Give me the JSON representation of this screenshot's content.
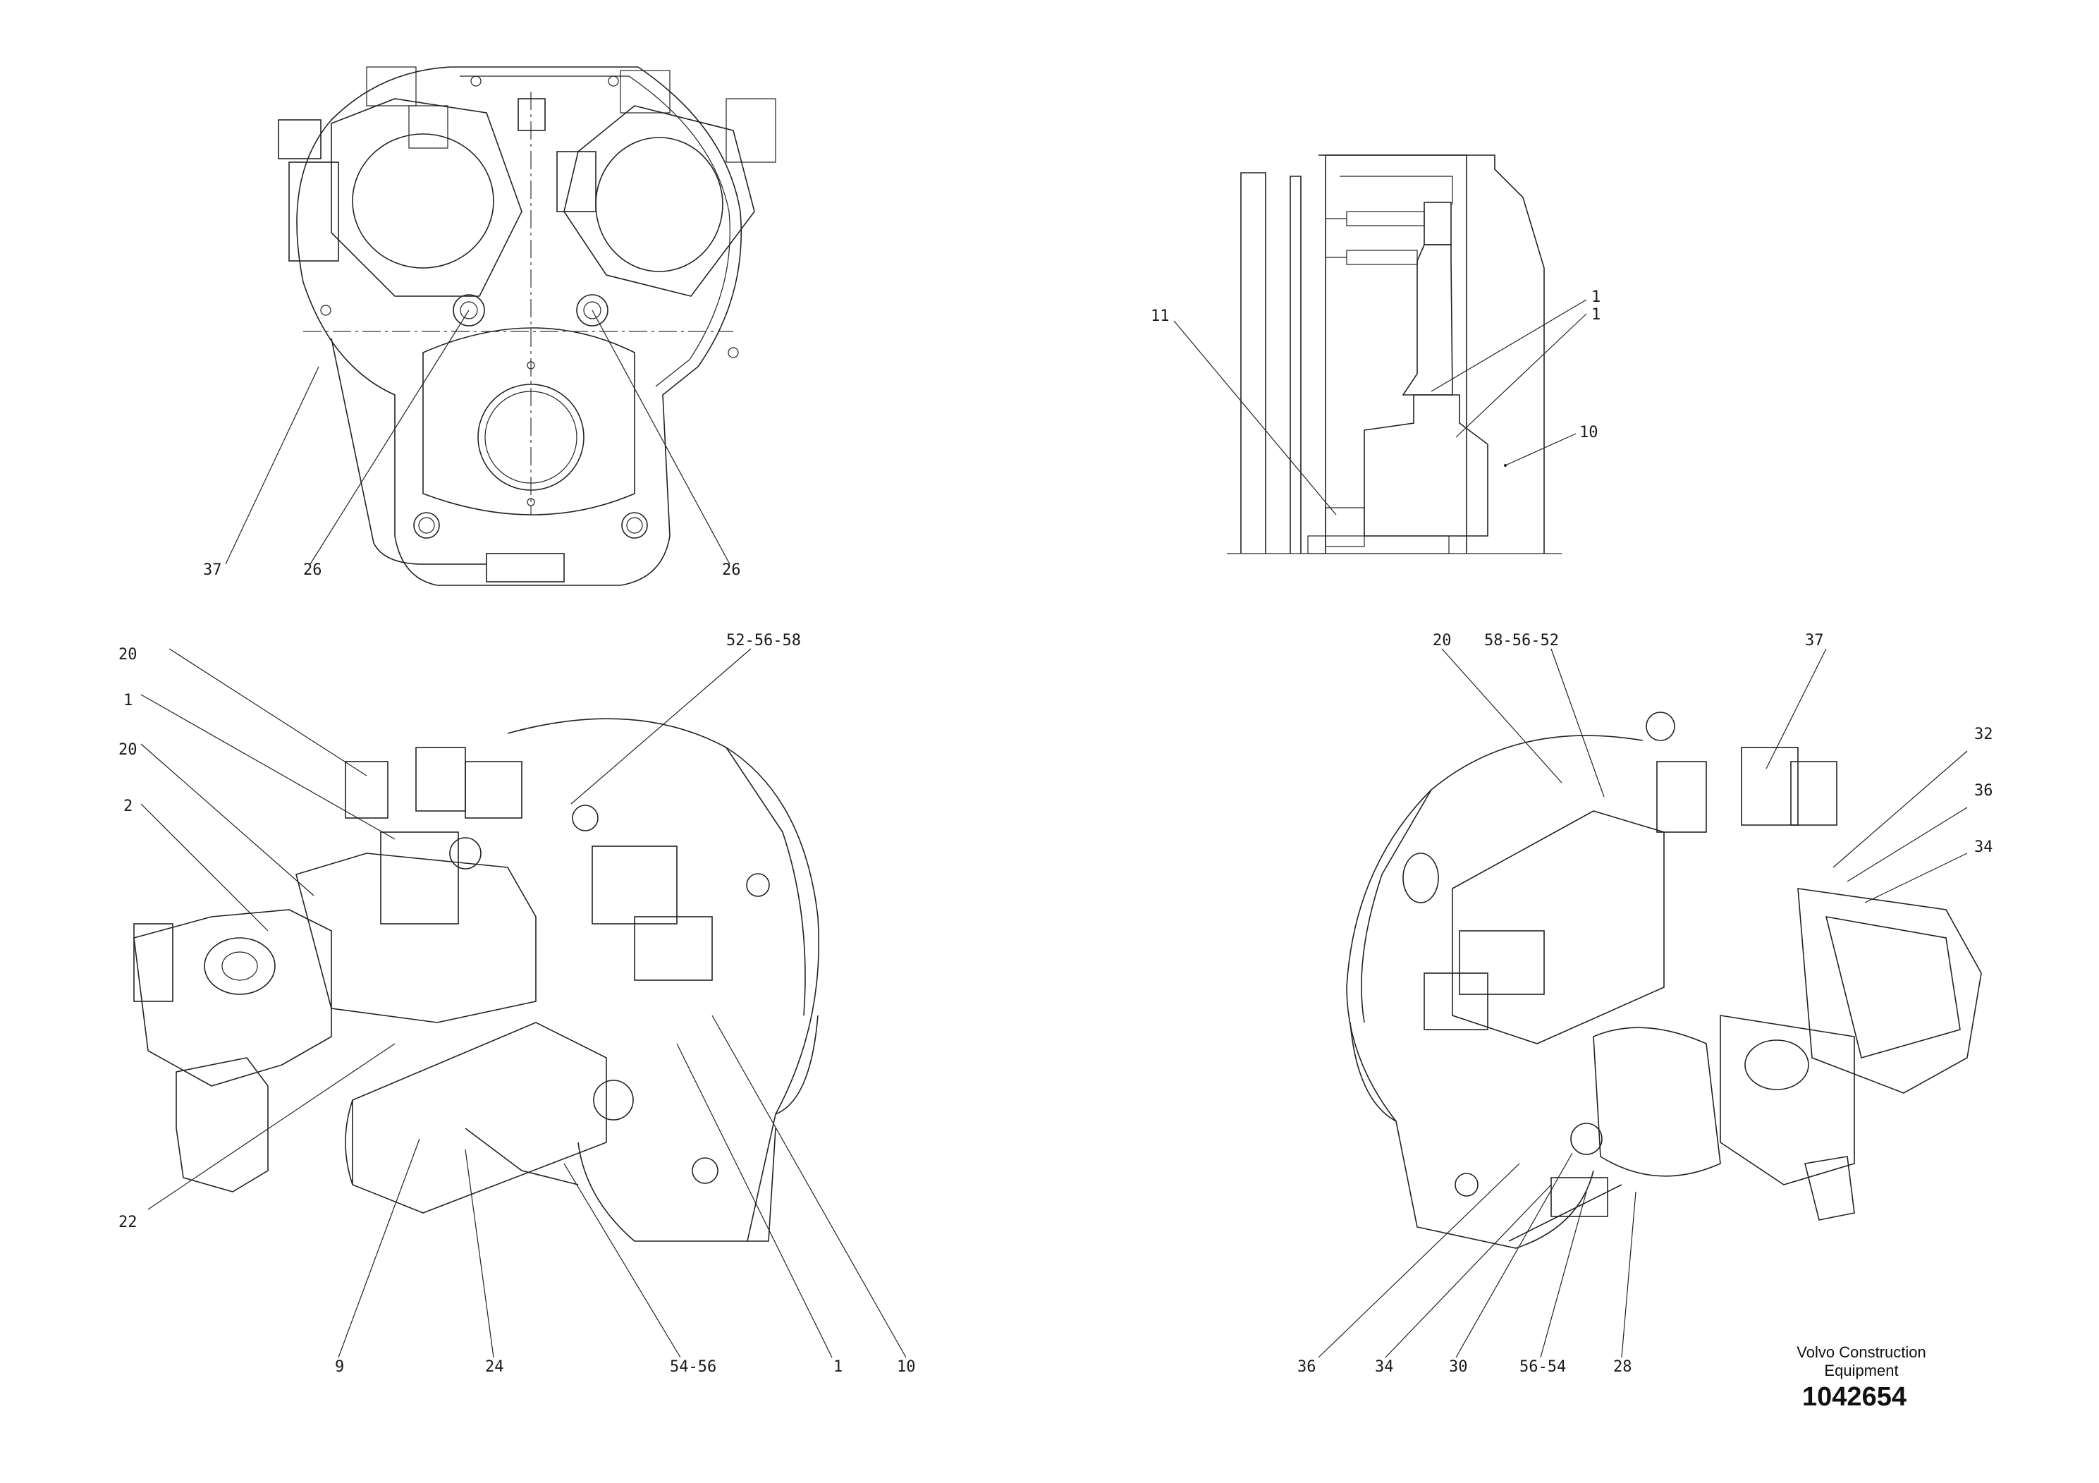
{
  "labels": {
    "top_left_37": "37",
    "top_left_26a": "26",
    "top_left_26b": "26",
    "section_11": "11",
    "section_1a": "1",
    "section_1b": "1",
    "section_10": "10",
    "bl_20a": "20",
    "bl_1": "1",
    "bl_20b": "20",
    "bl_2": "2",
    "bl_52_56_58": "52-56-58",
    "bl_22": "22",
    "bl_9": "9",
    "bl_24": "24",
    "bl_54_56": "54-56",
    "bl_1b": "1",
    "bl_10": "10",
    "br_20": "20",
    "br_58_56_52": "58-56-52",
    "br_37": "37",
    "br_32": "32",
    "br_36a": "36",
    "br_34a": "34",
    "br_36b": "36",
    "br_34b": "34",
    "br_30": "30",
    "br_56_54": "56-54",
    "br_28": "28"
  },
  "brand": {
    "name_line1": "Volvo Construction",
    "name_line2": "Equipment",
    "drawing_number": "1042654"
  }
}
